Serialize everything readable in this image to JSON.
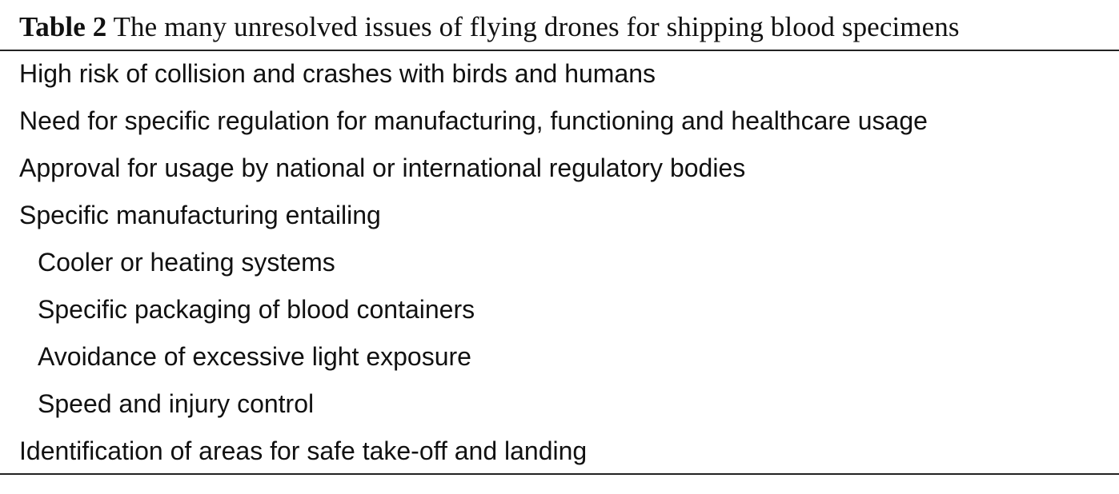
{
  "table": {
    "caption_label": "Table 2",
    "caption_text": "The many unresolved issues of flying drones for shipping blood specimens",
    "rows": [
      {
        "text": "High risk of collision and crashes with birds and humans",
        "indent": false
      },
      {
        "text": "Need for specific regulation for manufacturing, functioning and healthcare usage",
        "indent": false
      },
      {
        "text": "Approval for usage by national or international regulatory bodies",
        "indent": false
      },
      {
        "text": "Specific manufacturing entailing",
        "indent": false
      },
      {
        "text": "Cooler or heating systems",
        "indent": true
      },
      {
        "text": "Specific packaging of blood containers",
        "indent": true
      },
      {
        "text": "Avoidance of excessive light exposure",
        "indent": true
      },
      {
        "text": "Speed and injury control",
        "indent": true
      },
      {
        "text": "Identification of areas for safe take-off and landing",
        "indent": false
      }
    ]
  }
}
